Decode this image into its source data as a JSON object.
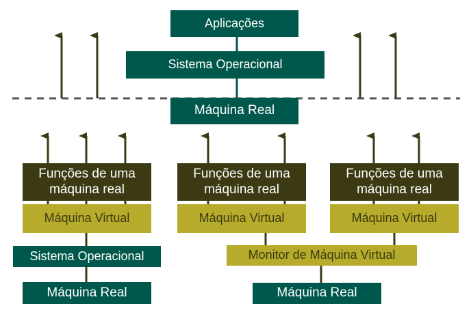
{
  "colors": {
    "teal": "#00574c",
    "olive": "#3b3a13",
    "mustard": "#b6ab2a",
    "dashed_line": "#555555",
    "arrow": "#3b3a13"
  },
  "top_stack": {
    "applications": "Aplicações",
    "operating_system": "Sistema Operacional",
    "real_machine": "Máquina Real"
  },
  "left_stack": {
    "functions": "Funções de uma máquina real",
    "virtual_machine": "Máquina Virtual",
    "operating_system": "Sistema Operacional",
    "real_machine": "Máquina Real"
  },
  "right_stack": {
    "vm1_functions": "Funções de uma máquina real",
    "vm1_virtual_machine": "Máquina Virtual",
    "vm2_functions": "Funções de uma máquina real",
    "vm2_virtual_machine": "Máquina Virtual",
    "monitor": "Monitor de Máquina Virtual",
    "real_machine": "Máquina Real"
  }
}
